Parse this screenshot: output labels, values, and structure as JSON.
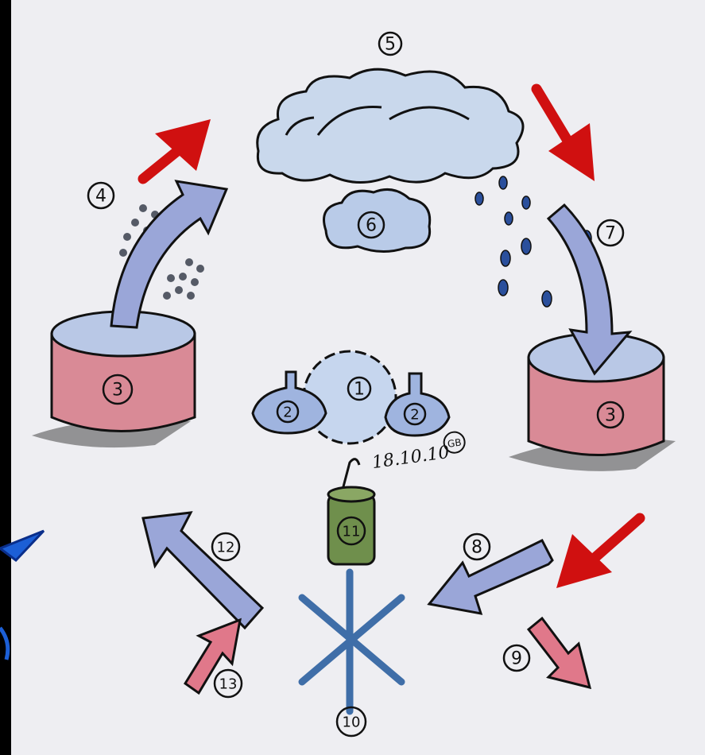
{
  "labels": {
    "l1": "1",
    "l2a": "2",
    "l2b": "2",
    "l3a": "3",
    "l3b": "3",
    "l4": "4",
    "l5": "5",
    "l6": "6",
    "l7": "7",
    "l8": "8",
    "l9": "9",
    "l10": "10",
    "l11": "11",
    "l12": "12",
    "l13": "13"
  },
  "signature": "18.10.10",
  "signature_initials": "GB",
  "colors": {
    "paper": "#eeeef2",
    "cloud": "#c9d8ec",
    "blue_arrow": "#9aa6d8",
    "pot": "#d98a96",
    "water": "#b9c8e6",
    "red_arrow": "#d01010",
    "pink_arrow": "#e0788a",
    "snowflake": "#3f6ea8",
    "weight": "#6f8f4c",
    "side_arrow": "#1c5fd6"
  }
}
